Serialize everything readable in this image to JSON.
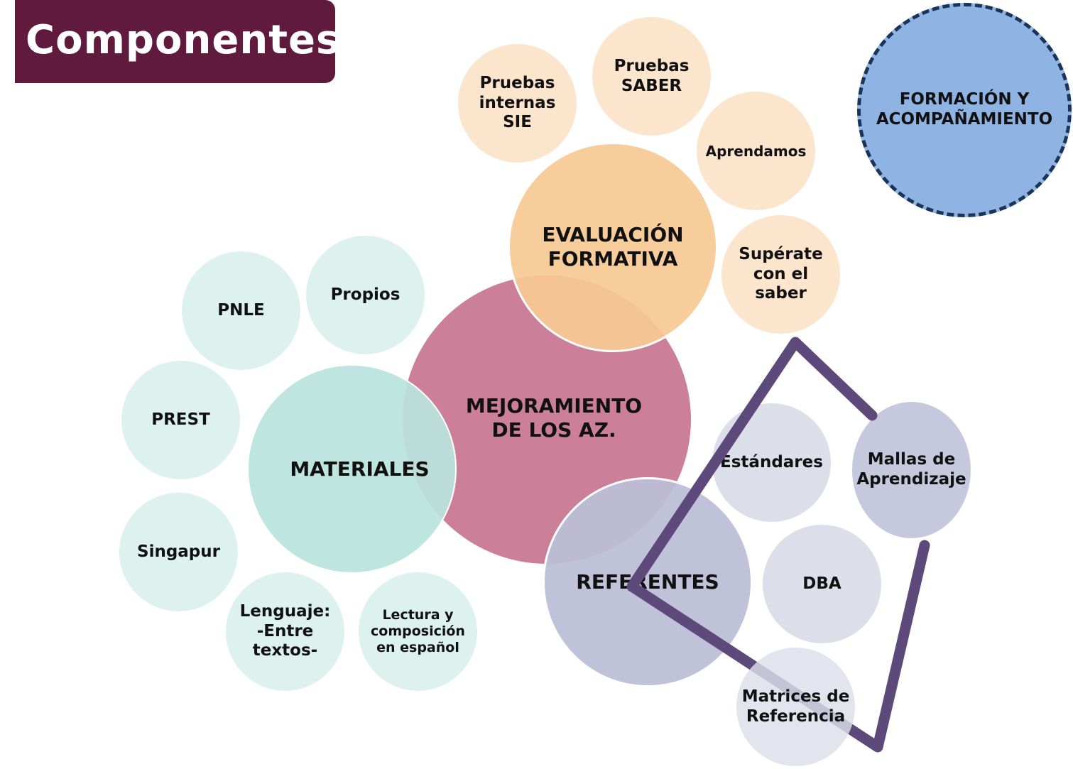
{
  "title": "Componentes",
  "colors": {
    "title_bg": "#5f1a3d",
    "center": "#cc7f98",
    "evaluation": "#f6c993",
    "evaluation_light": "#fce5cd",
    "materials": "#b9e3de",
    "materials_light": "#ddf1ee",
    "referents": "#bcbfd7",
    "referents_light": "#dcdeea",
    "formation": "#8fb4e3",
    "formation_border": "#1b3558",
    "bracket": "#5d4a7b"
  },
  "center": {
    "label": "MEJORAMIENTO\nDE LOS AZ."
  },
  "evaluacion": {
    "label": "EVALUACIÓN\nFORMATIVA",
    "items": [
      "Pruebas\ninternas\nSIE",
      "Pruebas\nSABER",
      "Aprendamos",
      "Supérate\ncon el\nsaber"
    ]
  },
  "materiales": {
    "label": "MATERIALES",
    "items": [
      "PNLE",
      "Propios",
      "PREST",
      "Singapur",
      "Lenguaje:\n-Entre\ntextos-",
      "Lectura y\ncomposición\nen español"
    ]
  },
  "referentes": {
    "label": "REFERENTES",
    "items": [
      "Estándares",
      "Mallas de\nAprendizaje",
      "DBA",
      "Matrices de\nReferencia"
    ]
  },
  "formacion": {
    "label": "FORMACIÓN Y\nACOMPAÑAMIENTO"
  }
}
